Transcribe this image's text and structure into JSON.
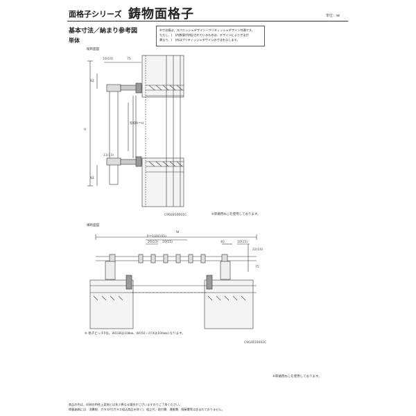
{
  "header": {
    "series": "面格子シリーズ",
    "product": "鋳物面格子",
    "unit": "単位：㎜"
  },
  "section_title": "基本寸法／納まり参考図",
  "subsection": "単体",
  "note_box": {
    "line1": "※寸法値は、スパニッシュデザイン・ブリティッシュデザイン共通です。",
    "line2": "ただし、(　)内数値が併記されているものは、デザインにより寸法が",
    "line3": "異なり、(　)内はブリティッシュデザインの寸法を示します。"
  },
  "vertical_view": {
    "title": "縦断面図",
    "code": "C902B10001C",
    "note": "※厚樋用ねじを使用しております。",
    "dims": {
      "top_offset": "10(14)",
      "depth": "75",
      "top_height": "92",
      "h": "H",
      "opening_h": "窓枠H＝H",
      "bottom_offset": "11(13)",
      "bottom_height": "92"
    }
  },
  "horizontal_view": {
    "title": "横断面図",
    "code": "C902B10002C",
    "note": "※ 格子ピッチPは、W038は108㎜、W050・074は100㎜になります。",
    "dims": {
      "w": "W",
      "pitch": "P＝100(105)",
      "inner1": "20(13)",
      "inner2": "10(15)",
      "post": "40",
      "post_right": "10(15)",
      "right_offset": "22(14)",
      "depth": "75"
    }
  },
  "bottom_note": "※厚樋用ねじを使用しております。",
  "footer": {
    "line1": "商品の色は、印刷の特性上実物とは多少異なる場合がございますのでご了承ください。",
    "line2": "掲載価格には、消費税、ガラス代(ガラス組込商品を除く)、組立代、取付費、運搬費、廃棄費等は含まれておりません。"
  }
}
